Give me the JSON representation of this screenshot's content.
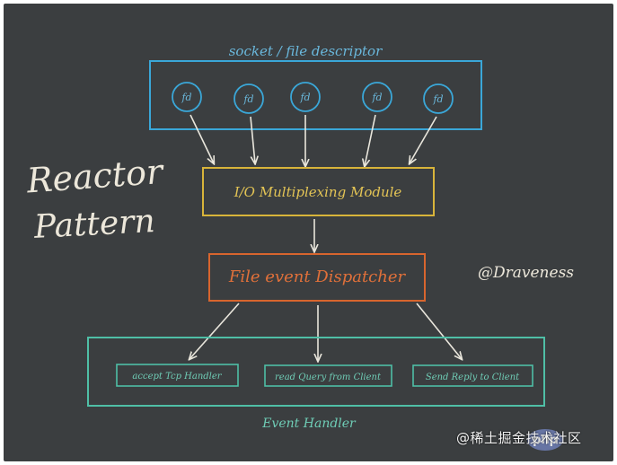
{
  "title_line1": "Reactor",
  "title_line2": "Pattern",
  "socket_label": "socket / file descriptor",
  "fd_nodes": [
    "fd",
    "fd",
    "fd",
    "fd",
    "fd"
  ],
  "io_module": "I/O Multiplexing Module",
  "dispatcher": "File event Dispatcher",
  "author": "@Draveness",
  "handlers": [
    "accept Tcp Handler",
    "read Query from Client",
    "Send Reply to Client"
  ],
  "event_handler_label": "Event Handler",
  "watermark": "@稀土掘金技术社区",
  "watermark_badge": "php",
  "colors": {
    "background": "#3b3e40",
    "socket_box": "#3aa7d8",
    "io_box": "#d8b43a",
    "dispatcher_box": "#d8652e",
    "handler_box": "#4fbfa6",
    "chalk": "#e9e6dc"
  }
}
